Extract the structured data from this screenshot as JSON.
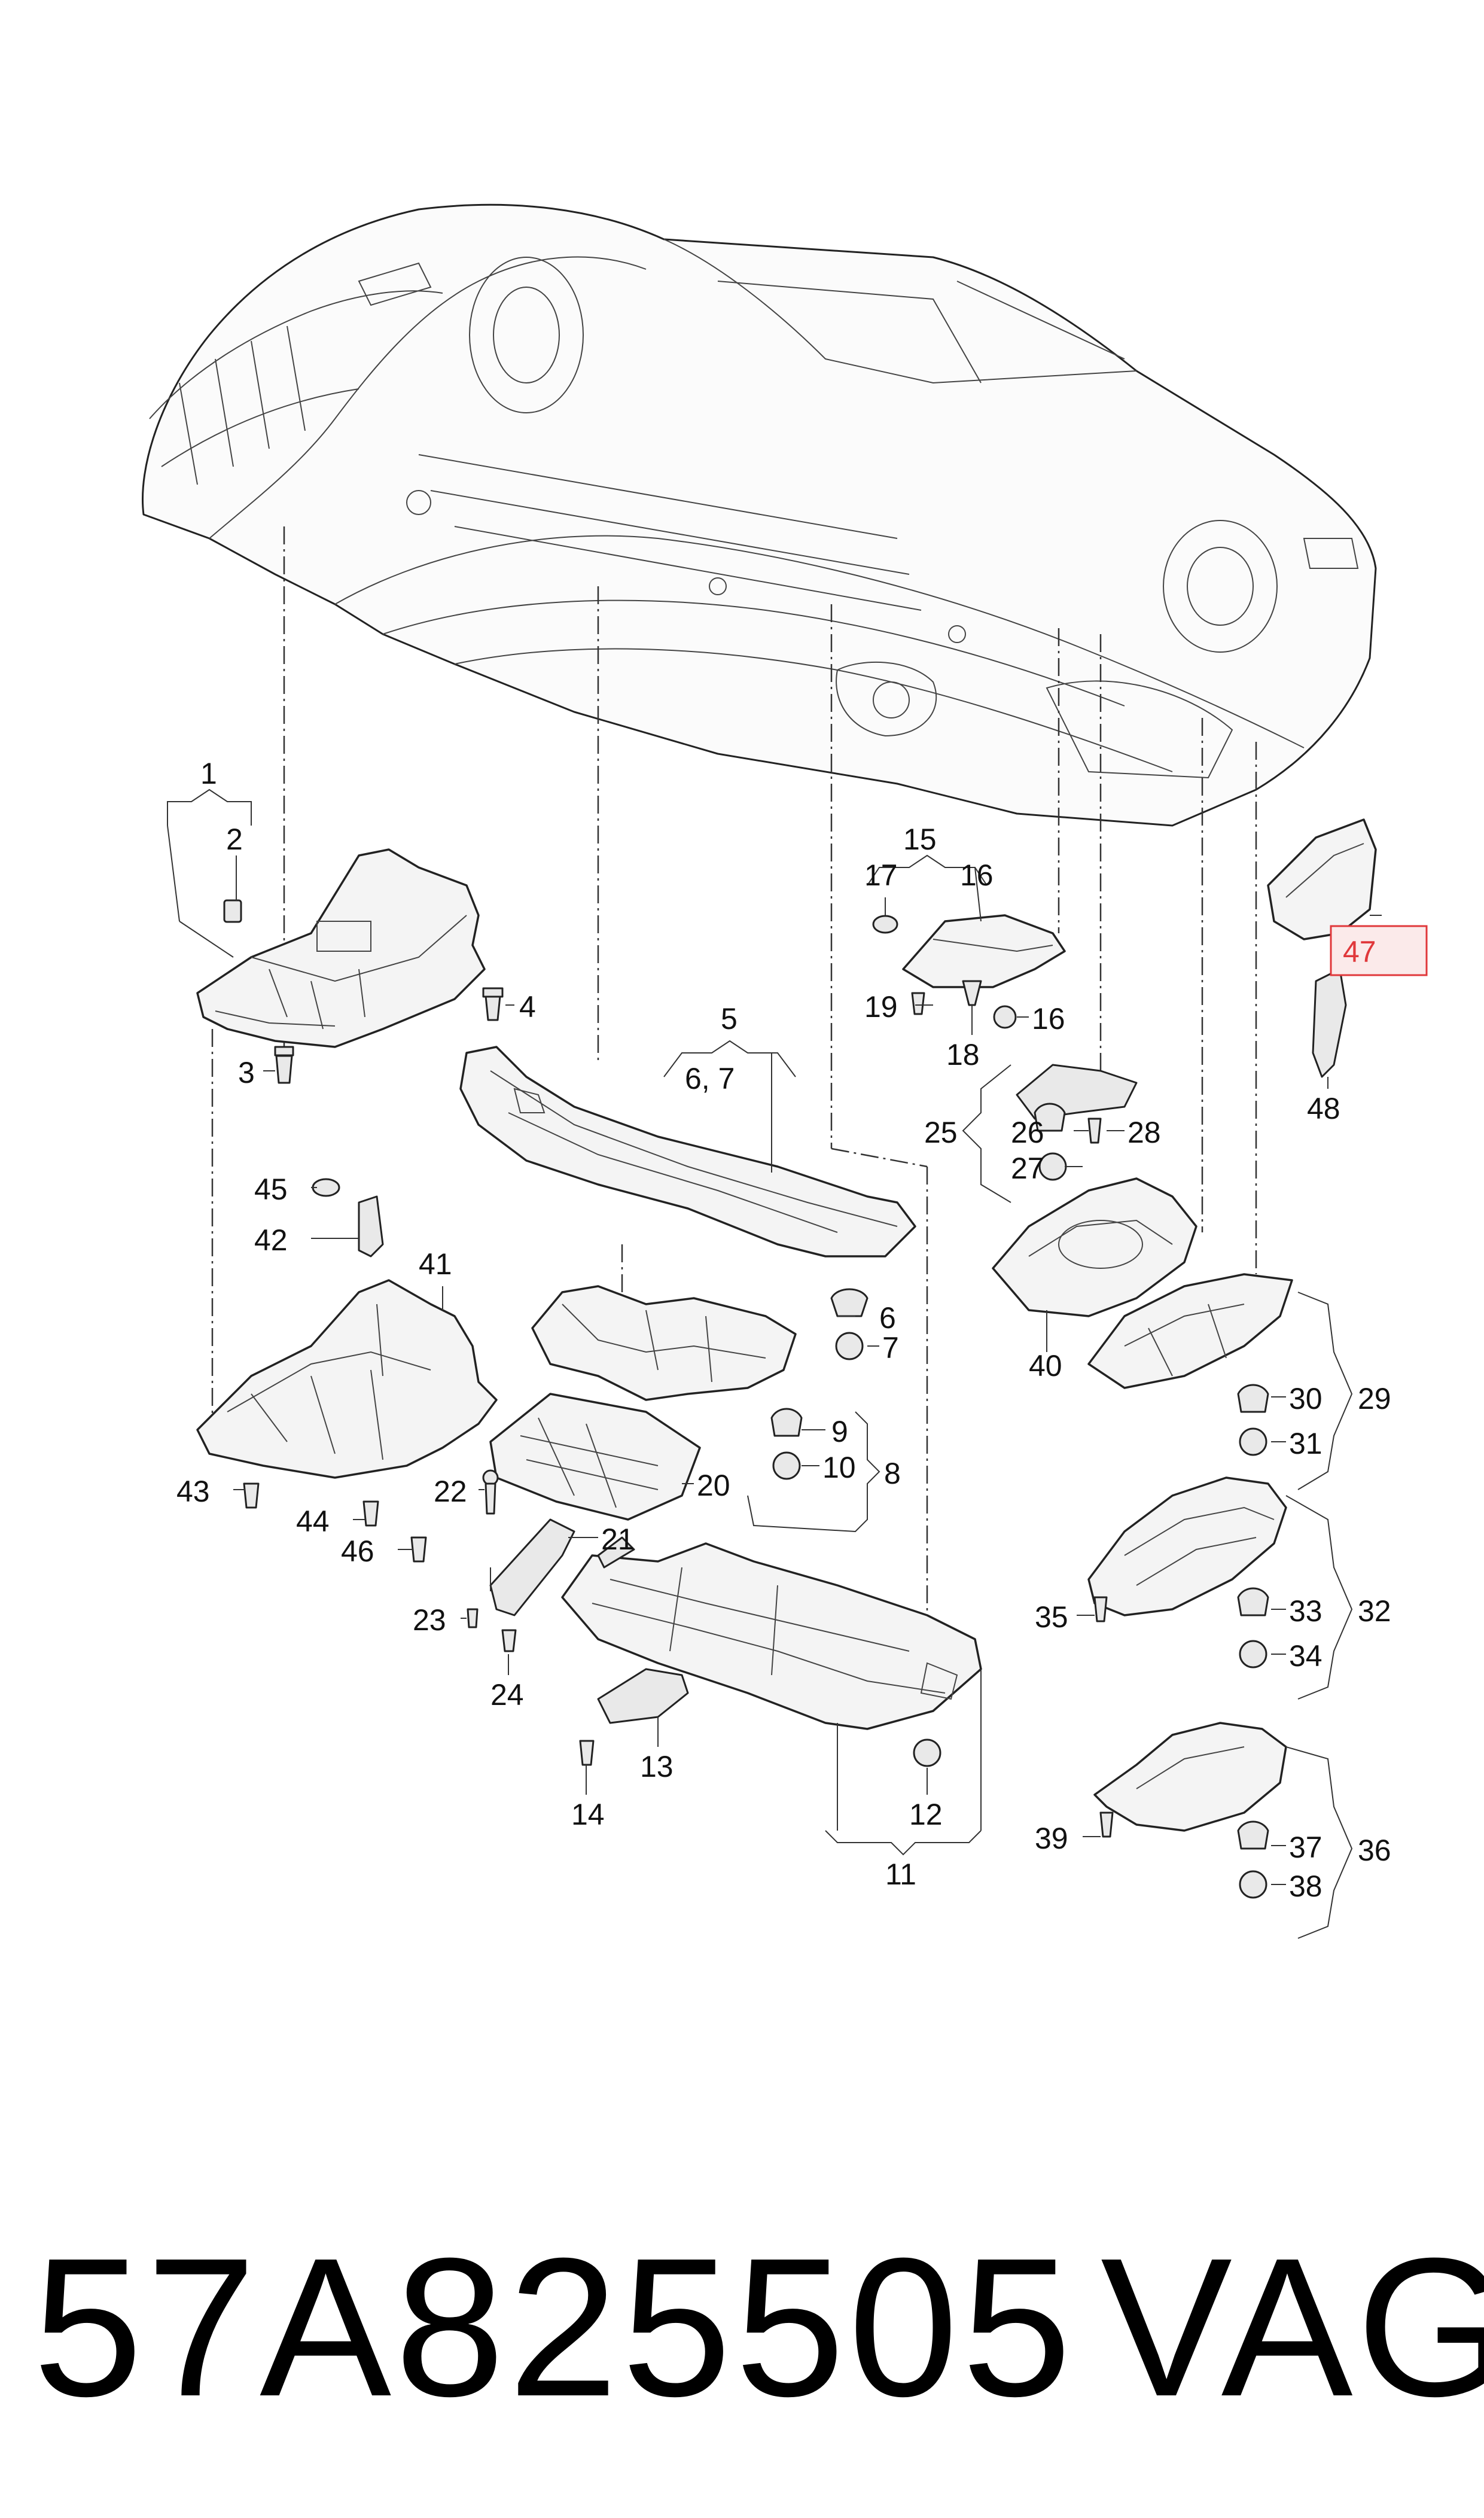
{
  "diagram": {
    "callouts": [
      "1",
      "2",
      "3",
      "4",
      "5",
      "6, 7",
      "6",
      "7",
      "8",
      "9",
      "10",
      "11",
      "12",
      "13",
      "14",
      "15",
      "16",
      "16",
      "17",
      "18",
      "19",
      "20",
      "21",
      "22",
      "23",
      "24",
      "25",
      "26",
      "27",
      "28",
      "29",
      "30",
      "31",
      "32",
      "33",
      "34",
      "35",
      "36",
      "37",
      "38",
      "39",
      "40",
      "41",
      "42",
      "43",
      "44",
      "45",
      "46",
      "47",
      "48"
    ],
    "highlighted_callout": "47",
    "highlight_color": "#e0383b"
  },
  "footer": {
    "part_number": "57A825505",
    "brand": "VAG"
  }
}
